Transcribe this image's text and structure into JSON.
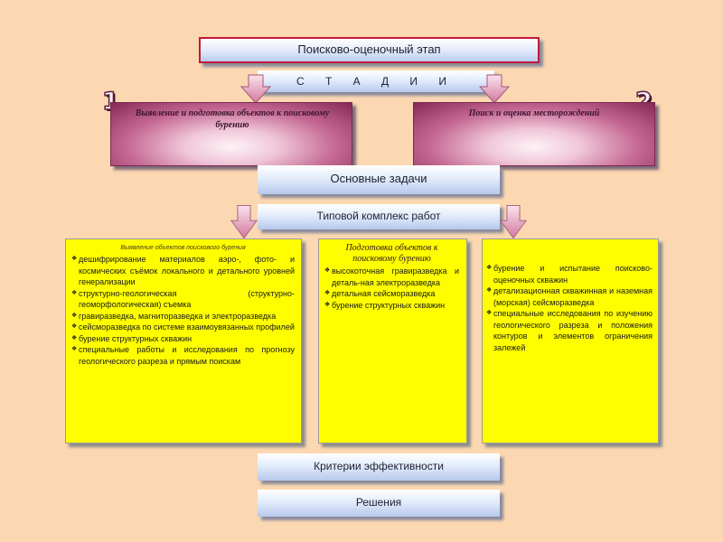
{
  "title": "Поисково-оценочный этап",
  "stages_label": "С Т А Д И И",
  "stages": [
    {
      "number": "1",
      "label": "Выявление и подготовка объектов к поисковому бурению"
    },
    {
      "number": "2",
      "label": "Поиск и оценка месторождений"
    }
  ],
  "main_tasks": "Основные задачи",
  "typical_complex": "Типовой комплекс работ",
  "boxes": [
    {
      "heading": "Выявление объектов поискового бурения",
      "items": [
        "дешифрирование материалов аэро-, фото- и космических съёмок локального и детального уровней генерализации",
        "структурно-геологическая (структурно-геоморфологическая) съемка",
        "гравиразведка, магниторазведка и электроразведка",
        "сейсморазведка по системе взаимоувязанных профилей",
        "бурение структурных скважин",
        "специальные работы и исследования по прогнозу геологического разреза и прямым поискам"
      ]
    },
    {
      "heading": "Подготовка объектов к поисковому бурению",
      "items": [
        "высокоточная гравиразведка и деталь-ная электроразведка",
        "детальная сейсморазведка",
        "бурение структурных скважин"
      ]
    },
    {
      "heading": "",
      "items": [
        "бурение и испытание поисково-оценочных скважин",
        "детализационная скважинная и наземная (морская) сейсморазведка",
        "специальные исследования по изучению геологического разреза и положения контуров и элементов ограничения залежей"
      ]
    }
  ],
  "efficiency_criteria": "Критерии эффективности",
  "decisions": "Решения",
  "colors": {
    "background": "#fbd8b1",
    "box_yellow": "#fffe00",
    "title_border": "#c01a3a",
    "stage_dark": "#862956"
  }
}
